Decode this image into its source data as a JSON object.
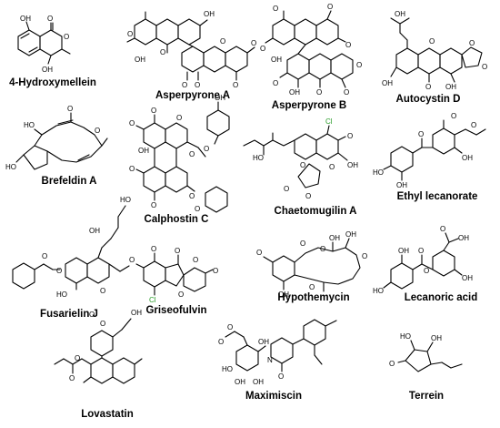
{
  "compounds": [
    {
      "name": "4-Hydroxymellein",
      "atoms": [
        "OH",
        "O",
        "O",
        "OH"
      ]
    },
    {
      "name": "Asperpyrone A",
      "atoms": [
        "OH",
        "O",
        "O",
        "OH",
        "O",
        "O",
        "O",
        "O",
        "O"
      ]
    },
    {
      "name": "Asperpyrone B",
      "atoms": [
        "O",
        "O",
        "O",
        "OH",
        "O",
        "O",
        "O",
        "OH",
        "O",
        "O"
      ]
    },
    {
      "name": "Autocystin D",
      "atoms": [
        "OH",
        "O",
        "OH",
        "O",
        "OH",
        "O",
        "O"
      ]
    },
    {
      "name": "Brefeldin A",
      "atoms": [
        "HO",
        "O",
        "O",
        "HO"
      ]
    },
    {
      "name": "Calphostin C",
      "atoms": [
        "OH",
        "O",
        "O",
        "OH",
        "O",
        "O",
        "O",
        "O",
        "O",
        "O",
        "O"
      ]
    },
    {
      "name": "Chaetomugilin A",
      "atoms": [
        "HO",
        "Cl",
        "O",
        "O",
        "O",
        "OH",
        "O",
        "O"
      ]
    },
    {
      "name": "Ethyl lecanorate",
      "atoms": [
        "O",
        "O",
        "HO",
        "OH",
        "O",
        "OH"
      ]
    },
    {
      "name": "Fusarielin J",
      "atoms": [
        "HO",
        "OH",
        "O",
        "O",
        "HO",
        "O"
      ]
    },
    {
      "name": "Griseofulvin",
      "atoms": [
        "O",
        "O",
        "O",
        "O",
        "O",
        "Cl",
        "O"
      ]
    },
    {
      "name": "Hypothemycin",
      "atoms": [
        "OH",
        "O",
        "OH",
        "O",
        "O",
        "OH",
        "O",
        "O"
      ]
    },
    {
      "name": "Lecanoric acid",
      "atoms": [
        "OH",
        "O",
        "OH",
        "HO",
        "O",
        "O",
        "OH"
      ]
    },
    {
      "name": "Lovastatin",
      "atoms": [
        "O",
        "O",
        "OH",
        "O",
        "O"
      ]
    },
    {
      "name": "Maximiscin",
      "atoms": [
        "O",
        "O",
        "OH",
        "N",
        "O",
        "HO",
        "OH",
        "OH"
      ]
    },
    {
      "name": "Terrein",
      "atoms": [
        "HO",
        "OH",
        "O"
      ]
    }
  ]
}
